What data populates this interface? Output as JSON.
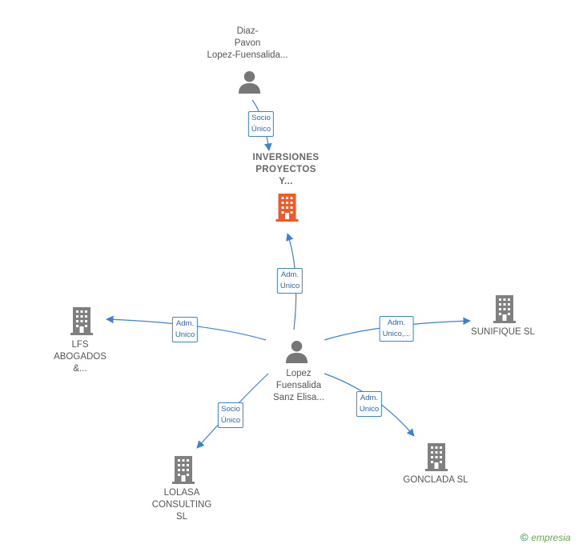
{
  "colors": {
    "edge": "#3c82d2",
    "person": "#777777",
    "company": "#808080",
    "company_main": "#f05a28"
  },
  "nodes": {
    "top_person": {
      "line1": "Diaz-",
      "line2": "Pavon",
      "line3": "Lopez-Fuensalida...",
      "icon": "person-icon"
    },
    "main_company": {
      "line1": "INVERSIONES",
      "line2": "PROYECTOS",
      "line3": "Y...",
      "icon": "building-icon"
    },
    "center_person": {
      "line1": "Lopez",
      "line2": "Fuensalida",
      "line3": "Sanz Elisa...",
      "icon": "person-icon"
    },
    "lfs": {
      "line1": "LFS",
      "line2": "ABOGADOS",
      "line3": "&...",
      "icon": "building-icon"
    },
    "sunifique": {
      "line1": "SUNIFIQUE  SL",
      "icon": "building-icon"
    },
    "lolasa": {
      "line1": "LOLASA",
      "line2": "CONSULTING",
      "line3": "SL",
      "icon": "building-icon"
    },
    "gonclada": {
      "line1": "GONCLADA  SL",
      "icon": "building-icon"
    }
  },
  "edges": {
    "top_to_main": {
      "line1": "Socio",
      "line2": "Único"
    },
    "center_to_main": {
      "line1": "Adm.",
      "line2": "Unico"
    },
    "center_to_lfs": {
      "line1": "Adm.",
      "line2": "Unico"
    },
    "center_to_sunifique": {
      "line1": "Adm.",
      "line2": "Unico,..."
    },
    "center_to_lolasa": {
      "line1": "Socio",
      "line2": "Único"
    },
    "center_to_gonclada": {
      "line1": "Adm.",
      "line2": "Unico"
    }
  },
  "footer": {
    "copyright_symbol": "©",
    "brand": "empresia"
  }
}
